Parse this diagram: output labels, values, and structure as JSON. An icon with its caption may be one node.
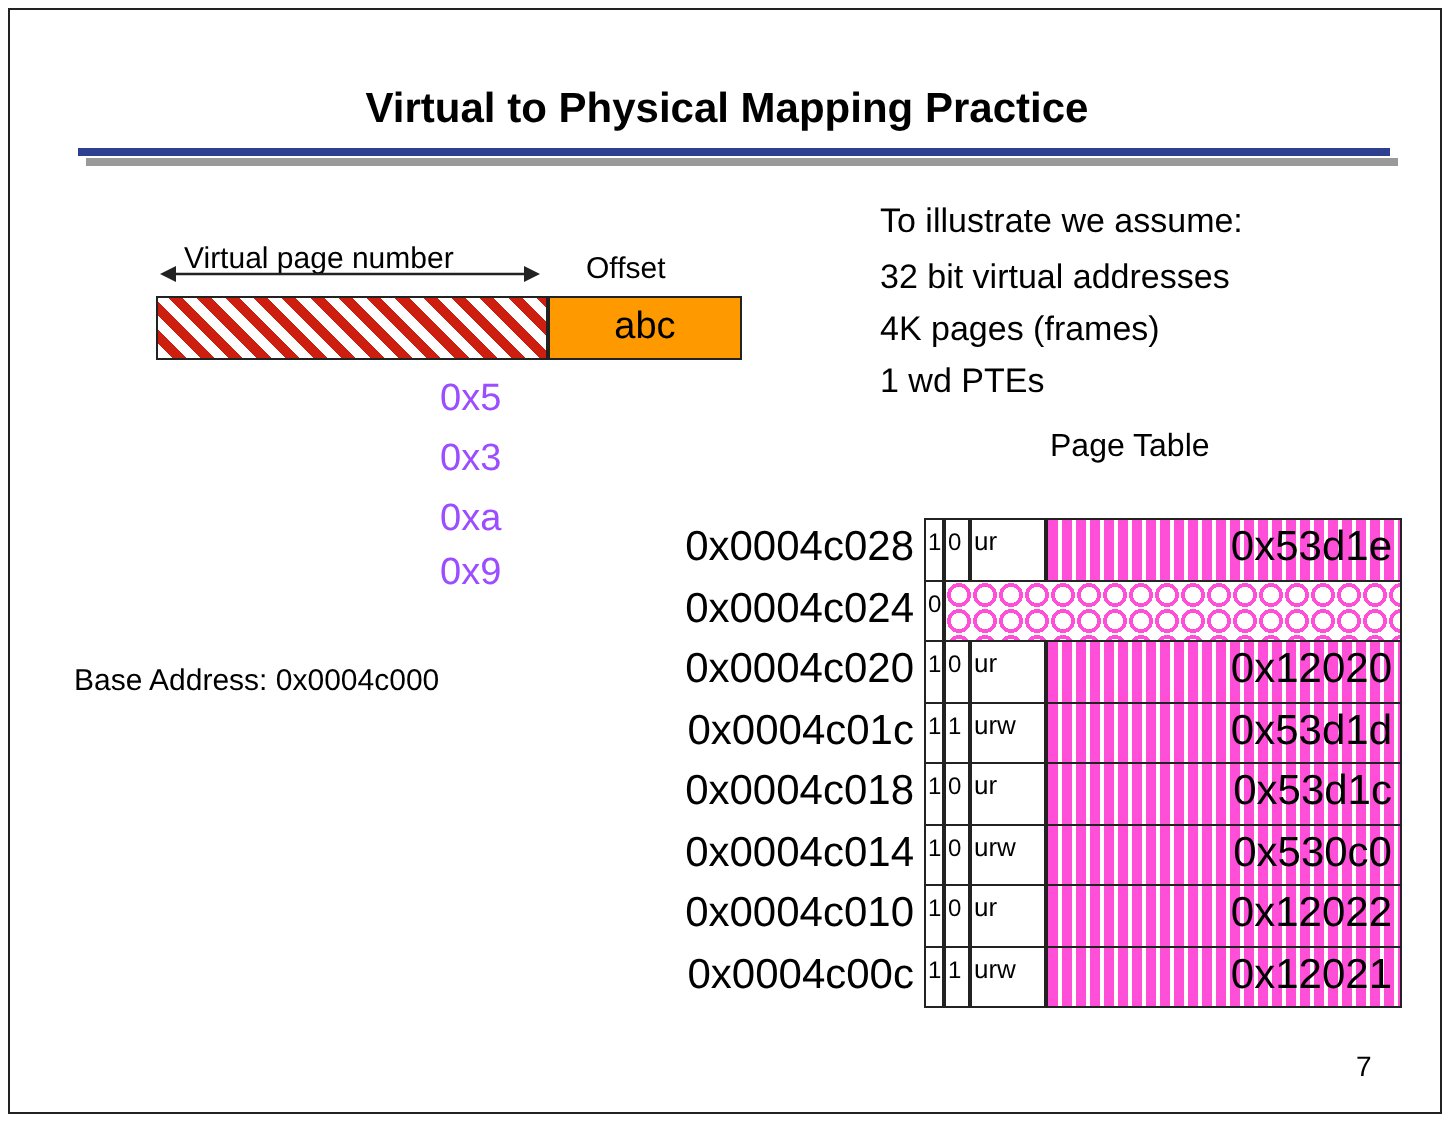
{
  "diagram": {
    "title": "Virtual to Physical Mapping Practice",
    "nodes": [
      {
        "text": [],
        "shape": "bar",
        "beside": [
          "Virtual page number"
        ]
      },
      {
        "text": [
          "abc"
        ]
      }
    ],
    "labels": [
      "Offset",
      "To illustrate we assume:",
      "32 bit virtual addresses",
      "4K pages (frames)",
      "1 wd PTEs",
      "0x5",
      "0x3",
      "Page Table",
      "0xa",
      "0x9",
      "Base Address: 0x0004c000",
      "0x0004c028",
      "1",
      "0",
      "ur",
      "0x53d1e",
      "0x0004c024",
      "0",
      "0x0004c020",
      "1",
      "0",
      "ur",
      "0x12020",
      "0x0004c01c",
      "1",
      "1",
      "urw",
      "0x53d1d",
      "0x0004c018",
      "1",
      "0",
      "ur",
      "0x53d1c",
      "0x0004c014",
      "1",
      "0",
      "urw",
      "0x530c0",
      "0x0004c010",
      "1",
      "0",
      "ur",
      "0x12022",
      "0x0004c00c",
      "1",
      "1",
      "urw",
      "0x12021",
      "7"
    ]
  }
}
